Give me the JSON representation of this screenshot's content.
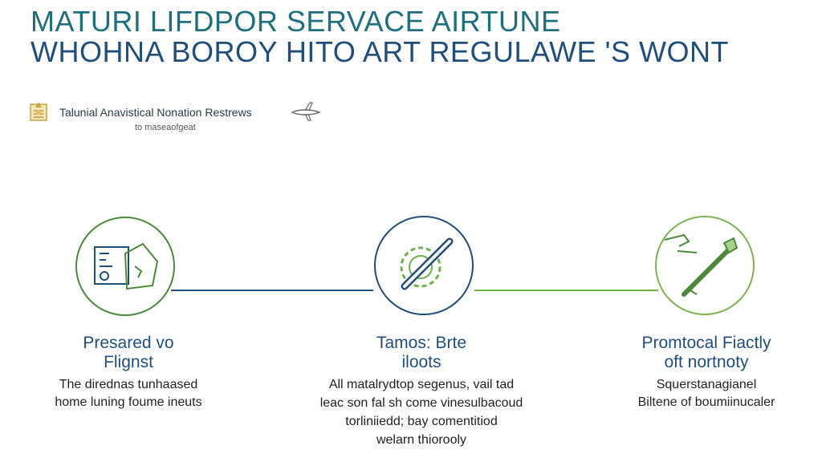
{
  "header": {
    "title_line1": "MATURI LIFDPOR SERVACE AIRTUNE",
    "title_line2": "WHOHNA BOROY HITO ART REGULAWE 'S WONT"
  },
  "brand": {
    "logo_text": "Talunial Anavistical Nonation Restrews",
    "tagline": "to maseaofgeat",
    "logo_icon": "emblem-icon",
    "plane_icon": "airplane-icon"
  },
  "colors": {
    "navy": "#1f4f7a",
    "green": "#6fb24a",
    "teal": "#1f6f7c"
  },
  "steps": [
    {
      "icon": "document-map-icon",
      "heading": [
        "Presared vo",
        "Flignst"
      ],
      "description": [
        "The dirednas tunhaased",
        "home luning foume ineuts"
      ]
    },
    {
      "icon": "gear-wrench-icon",
      "heading": [
        "Tamos: Brte",
        "iloots"
      ],
      "description": [
        "All matalrydtop segenus, vail tad",
        "leac son fal sh come vinesulbacoud",
        "torliniiedd; bay comentitiod",
        "welarn thiorooly"
      ]
    },
    {
      "icon": "tools-icon",
      "heading": [
        "Promtocal Fiactly",
        "oft nortnoty"
      ],
      "description": [
        "Squerstanagianel",
        "Biltene of boumiinucaler"
      ]
    }
  ]
}
